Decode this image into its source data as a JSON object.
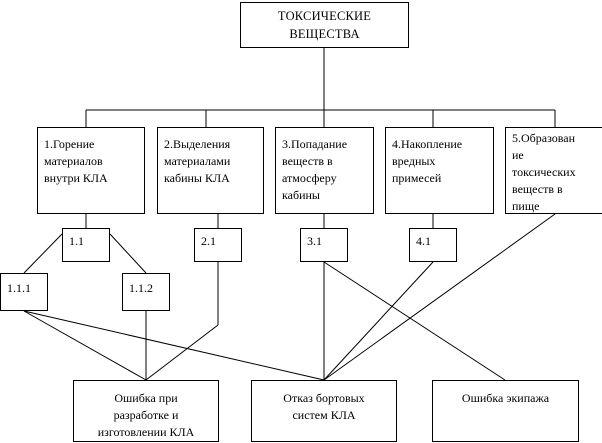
{
  "title": "ТОКСИЧЕСКИЕ\nВЕЩЕСТВА",
  "sources": [
    "1.Горение\nматериалов\nвнутри КЛА",
    "2.Выделения\nматериалами\nкабины КЛА",
    "3.Попадание\nвеществ в\nатмосферу\nкабины",
    "4.Накопление\nвредных\nпримесей",
    "5.Образован\nие\nтоксических\nвеществ в\nпище"
  ],
  "sub_nodes": {
    "n1_1": "1.1",
    "n2_1": "2.1",
    "n3_1": "3.1",
    "n4_1": "4.1",
    "n1_1_1": "1.1.1",
    "n1_1_2": "1.1.2"
  },
  "causes": [
    "Ошибка при\nразработке и\nизготовлении КЛА",
    "Отказ бортовых\nсистем КЛА",
    "Ошибка экипажа"
  ]
}
